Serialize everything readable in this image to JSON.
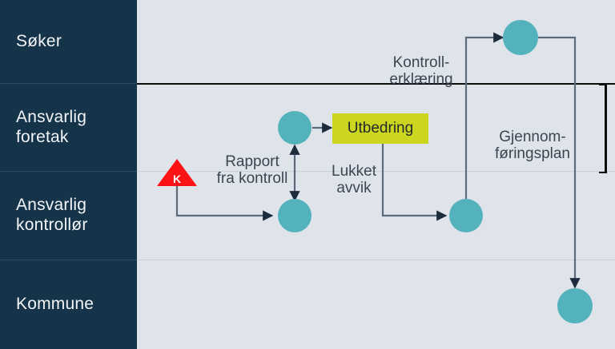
{
  "diagram": {
    "title": "Byggesak swimlane prosess",
    "background_color": "#dfe3ea",
    "lane_label_bg": "#15344a",
    "node_color": "#54b2bd",
    "task_color": "#ccd61f",
    "marker_color": "#fc1414",
    "connector_color": "#5c6b7a"
  },
  "lanes": [
    {
      "id": "soker",
      "label": "Søker"
    },
    {
      "id": "ansvarlig-foretak",
      "label": "Ansvarlig\nforetak"
    },
    {
      "id": "ansvarlig-kontrollor",
      "label": "Ansvarlig\nkontrollør"
    },
    {
      "id": "kommune",
      "label": "Kommune"
    }
  ],
  "nodes": [
    {
      "id": "n-foretak",
      "lane": "ansvarlig-foretak",
      "type": "circle",
      "label": ""
    },
    {
      "id": "n-kontrollor",
      "lane": "ansvarlig-kontrollor",
      "type": "circle",
      "label": ""
    },
    {
      "id": "n-avvik-lukket",
      "lane": "ansvarlig-kontrollor",
      "type": "circle",
      "label": ""
    },
    {
      "id": "n-soker",
      "lane": "soker",
      "type": "circle",
      "label": ""
    },
    {
      "id": "n-kommune",
      "lane": "kommune",
      "type": "circle",
      "label": ""
    },
    {
      "id": "n-utbedring",
      "lane": "ansvarlig-foretak",
      "type": "task",
      "label": "Utbedring"
    },
    {
      "id": "n-kontroll-marker",
      "lane": "ansvarlig-kontrollor",
      "type": "triangle",
      "label": "K"
    }
  ],
  "edge_labels": [
    {
      "id": "rapport-fra-kontroll",
      "text": "Rapport\nfra kontroll"
    },
    {
      "id": "lukket-avvik",
      "text": "Lukket\navvik"
    },
    {
      "id": "kontrollerklaering",
      "text": "Kontroll-\nerklæring"
    },
    {
      "id": "gjennomforingsplan",
      "text": "Gjennom-\nføringsplan"
    }
  ]
}
